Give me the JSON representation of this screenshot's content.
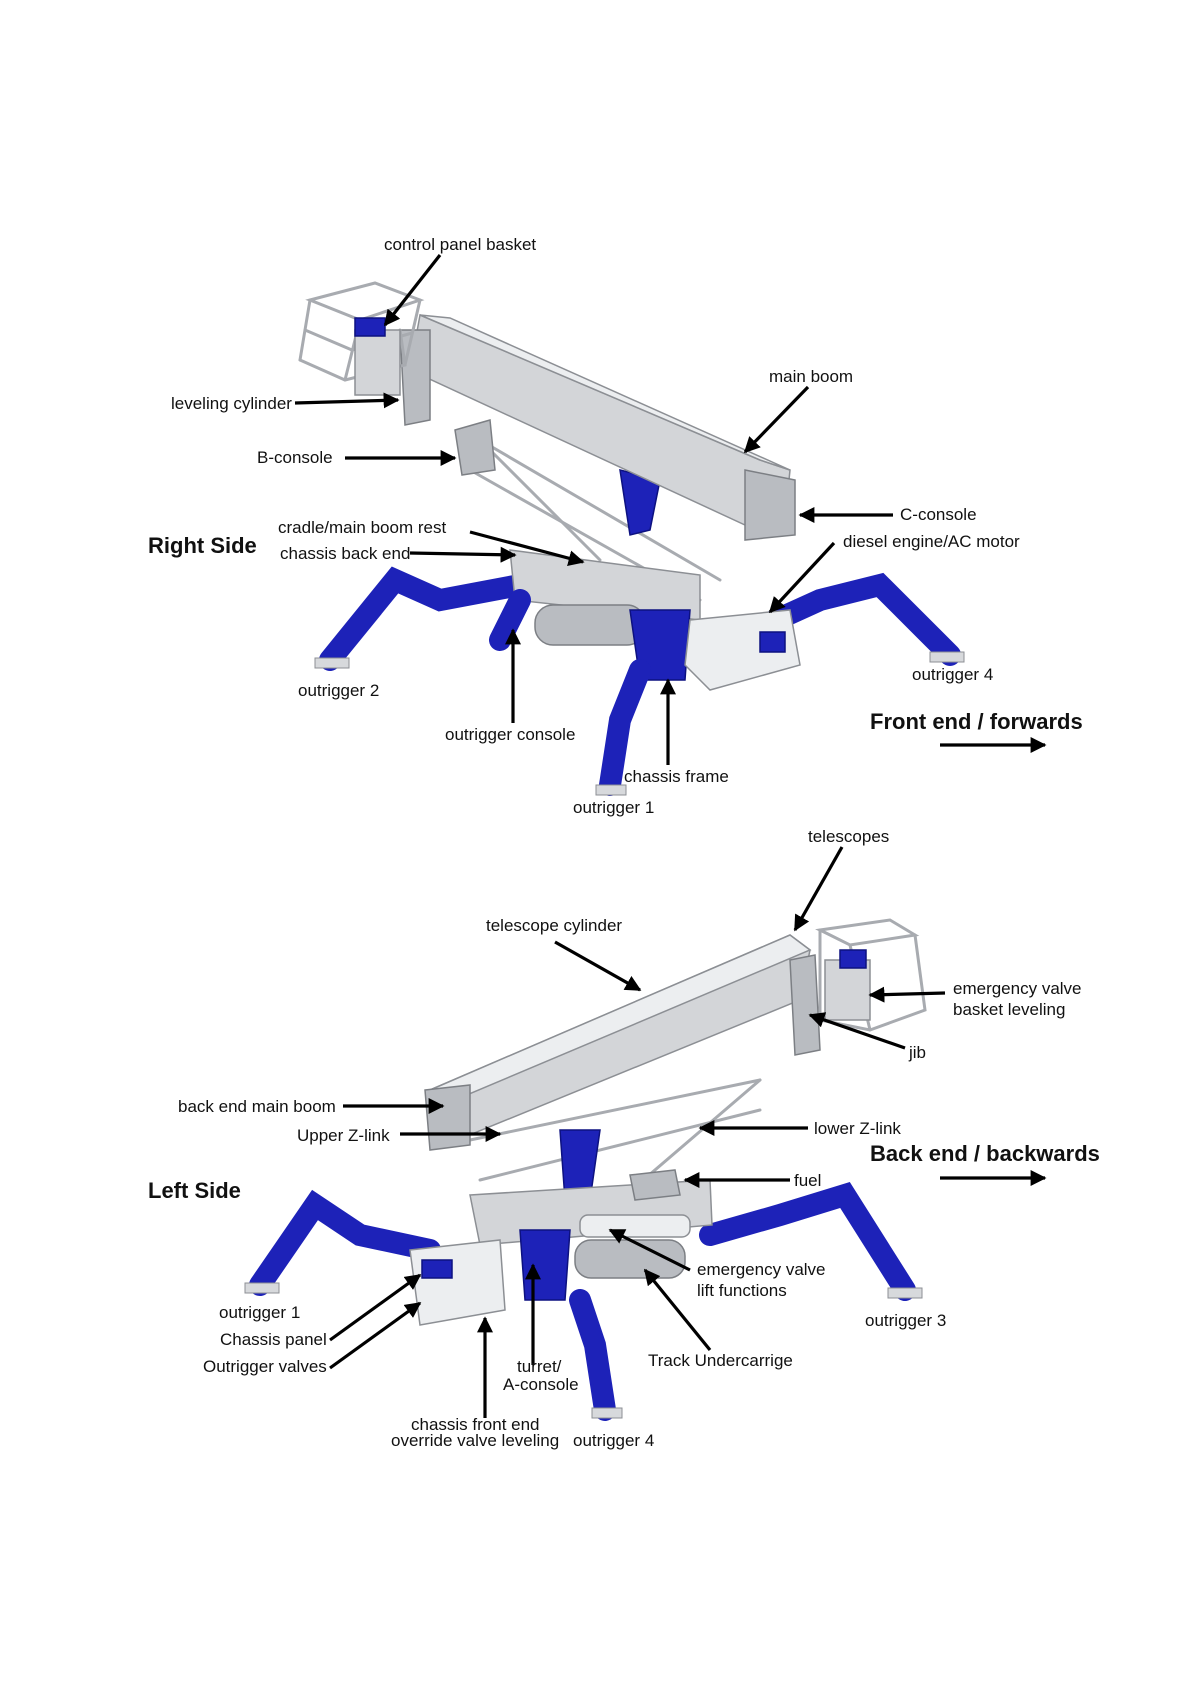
{
  "headings": {
    "right_side": "Right Side",
    "left_side": "Left Side",
    "front_end": "Front end / forwards",
    "back_end": "Back end / backwards"
  },
  "labels_right": {
    "control_panel_basket": "control panel basket",
    "leveling_cylinder": "leveling cylinder",
    "b_console": "B-console",
    "main_boom": "main boom",
    "c_console": "C-console",
    "cradle": "cradle/main boom rest",
    "chassis_back_end": "chassis back end",
    "diesel_engine": "diesel engine/AC motor",
    "outrigger_2": "outrigger 2",
    "outrigger_4": "outrigger 4",
    "outrigger_console": "outrigger console",
    "chassis_frame": "chassis frame",
    "outrigger_1": "outrigger 1"
  },
  "labels_left": {
    "telescopes": "telescopes",
    "telescope_cylinder": "telescope cylinder",
    "emergency_valve_basket_line1": "emergency valve",
    "emergency_valve_basket_line2": "basket leveling",
    "jib": "jib",
    "back_end_main_boom": "back end main boom",
    "upper_z_link": "Upper Z-link",
    "lower_z_link": "lower Z-link",
    "fuel": "fuel",
    "emergency_valve_lift_line1": "emergency valve",
    "emergency_valve_lift_line2": "lift functions",
    "outrigger_1": "outrigger 1",
    "chassis_panel": "Chassis panel",
    "outrigger_valves": "Outrigger valves",
    "turret_line1": "turret/",
    "turret_line2": "A-console",
    "track_undercarriage": "Track Undercarrige",
    "outrigger_3": "outrigger 3",
    "chassis_front_end": "chassis front end",
    "override_valve": "override valve leveling",
    "outrigger_4": "outrigger 4"
  },
  "colors": {
    "machine_blue": "#1d22b8",
    "machine_grey": "#d3d5d8",
    "arrow_black": "#000000"
  }
}
